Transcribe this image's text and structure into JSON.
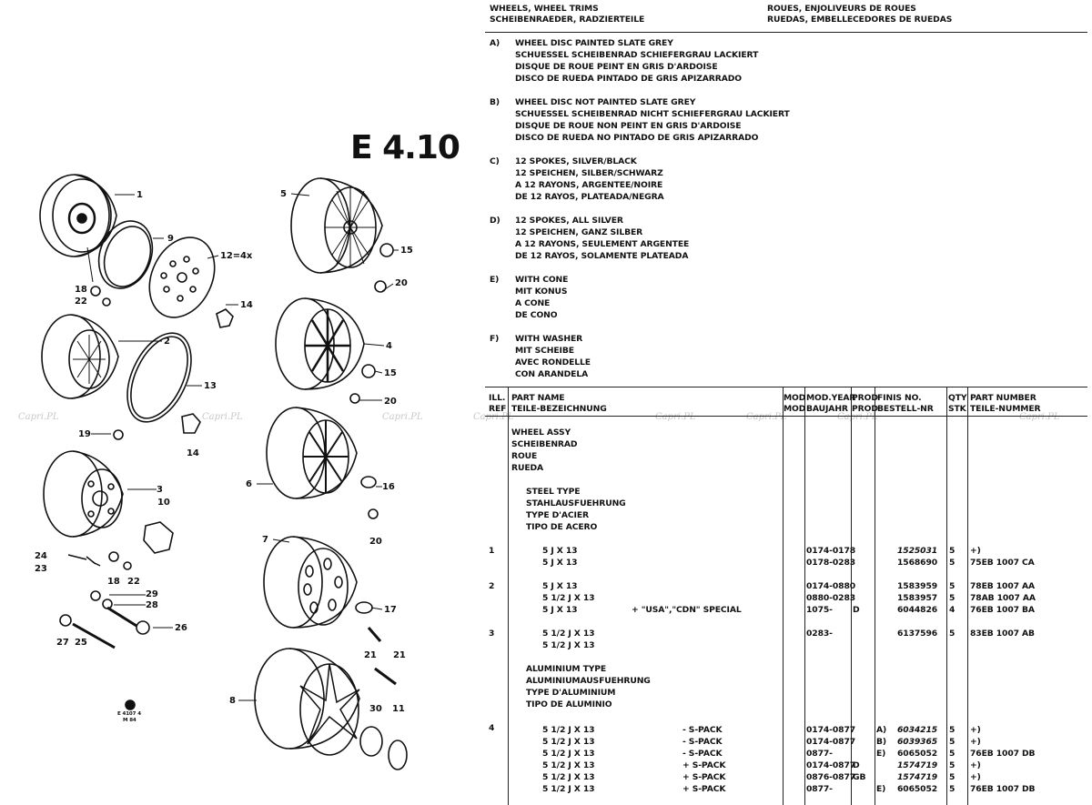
{
  "page_code": "E 4.10",
  "watermark": "Capri.PL",
  "header": {
    "left_line1": "WHEELS, WHEEL TRIMS",
    "left_line2": "SCHEIBENRAEDER, RADZIERTEILE",
    "right_line1": "ROUES, ENJOLIVEURS DE ROUES",
    "right_line2": "RUEDAS, EMBELLECEDORES DE RUEDAS"
  },
  "notes": [
    {
      "key": "A)",
      "lines": [
        "WHEEL DISC PAINTED SLATE GREY",
        "SCHUESSEL SCHEIBENRAD SCHIEFERGRAU LACKIERT",
        "DISQUE DE ROUE PEINT EN GRIS D'ARDOISE",
        "DISCO DE RUEDA PINTADO DE GRIS APIZARRADO"
      ]
    },
    {
      "key": "B)",
      "lines": [
        "WHEEL DISC NOT PAINTED SLATE GREY",
        "SCHUESSEL SCHEIBENRAD NICHT SCHIEFERGRAU LACKIERT",
        "DISQUE DE ROUE NON PEINT EN GRIS D'ARDOISE",
        "DISCO DE RUEDA NO PINTADO DE GRIS APIZARRADO"
      ]
    },
    {
      "key": "C)",
      "lines": [
        "12 SPOKES, SILVER/BLACK",
        "12 SPEICHEN, SILBER/SCHWARZ",
        "A 12 RAYONS, ARGENTEE/NOIRE",
        "DE 12 RAYOS, PLATEADA/NEGRA"
      ]
    },
    {
      "key": "D)",
      "lines": [
        "12 SPOKES, ALL SILVER",
        "12 SPEICHEN, GANZ SILBER",
        "A 12 RAYONS, SEULEMENT ARGENTEE",
        "DE 12 RAYOS, SOLAMENTE PLATEADA"
      ]
    },
    {
      "key": "E)",
      "lines": [
        "WITH CONE",
        "MIT KONUS",
        "A CONE",
        "DE CONO"
      ]
    },
    {
      "key": "F)",
      "lines": [
        "WITH WASHER",
        "MIT SCHEIBE",
        "AVEC RONDELLE",
        "CON ARANDELA"
      ]
    }
  ],
  "table": {
    "headers": {
      "ill_ref": [
        "ILL.",
        "REF"
      ],
      "part_name": [
        "PART NAME",
        "TEILE-BEZEICHNUNG"
      ],
      "mod": [
        "MOD",
        "MOD"
      ],
      "mod_year": [
        "MOD.YEAR",
        "BAUJAHR"
      ],
      "prod": [
        "PROD",
        "PROD"
      ],
      "finis_no": [
        "FINIS NO.",
        "BESTELL-NR"
      ],
      "qty": [
        "QTY",
        "STK"
      ],
      "part_number": [
        "PART NUMBER",
        "TEILE-NUMMER"
      ]
    },
    "group_title": [
      "WHEEL ASSY",
      "SCHEIBENRAD",
      "ROUE",
      "RUEDA"
    ],
    "steel_title": [
      "STEEL TYPE",
      "STAHLAUSFUEHRUNG",
      "TYPE D'ACIER",
      "TIPO DE ACERO"
    ],
    "alu_title": [
      "ALUMINIUM TYPE",
      "ALUMINIUMAUSFUEHRUNG",
      "TYPE D'ALUMINIUM",
      "TIPO DE ALUMINIO"
    ],
    "rows": [
      {
        "ref": "1",
        "name": "5 J X 13",
        "note": "",
        "mod": "",
        "year": "0174-0178",
        "prod": "",
        "finis": "1525031",
        "qty": "5",
        "pn": "+)"
      },
      {
        "ref": "",
        "name": "5 J X 13",
        "note": "",
        "mod": "",
        "year": "0178-0283",
        "prod": "",
        "finis": "1568690",
        "qty": "5",
        "pn": "75EB 1007 CA"
      },
      {
        "ref": "2",
        "name": "5 J X 13",
        "note": "",
        "mod": "",
        "year": "0174-0880",
        "prod": "",
        "finis": "1583959",
        "qty": "5",
        "pn": "78EB 1007 AA"
      },
      {
        "ref": "",
        "name": "5 1/2 J X 13",
        "note": "",
        "mod": "",
        "year": "0880-0283",
        "prod": "",
        "finis": "1583957",
        "qty": "5",
        "pn": "78AB 1007 AA"
      },
      {
        "ref": "",
        "name": "5 J X 13",
        "note": "+ \"USA\",\"CDN\" SPECIAL",
        "mod": "",
        "year": "1075-",
        "prod": "D",
        "finis": "6044826",
        "qty": "4",
        "pn": "76EB 1007 BA"
      },
      {
        "ref": "3",
        "name": "5 1/2 J X 13",
        "note": "",
        "mod": "",
        "year": "0283-",
        "prod": "",
        "finis": "6137596",
        "qty": "5",
        "pn": "83EB 1007 AB"
      },
      {
        "ref": "",
        "name": "5 1/2 J X 13",
        "note": "",
        "mod": "",
        "year": "",
        "prod": "",
        "finis": "",
        "qty": "",
        "pn": ""
      },
      {
        "ref": "4",
        "name": "5 1/2 J X 13",
        "note": "- S-PACK",
        "mod": "",
        "year": "0174-0877",
        "prod": "A)",
        "finis": "6034215",
        "qty": "5",
        "pn": "+)"
      },
      {
        "ref": "",
        "name": "5 1/2 J X 13",
        "note": "- S-PACK",
        "mod": "",
        "year": "0174-0877",
        "prod": "B)",
        "finis": "6039365",
        "qty": "5",
        "pn": "+)"
      },
      {
        "ref": "",
        "name": "5 1/2 J X 13",
        "note": "- S-PACK",
        "mod": "",
        "year": "0877-",
        "prod": "E)",
        "finis": "6065052",
        "qty": "5",
        "pn": "76EB 1007 DB"
      },
      {
        "ref": "",
        "name": "5 1/2 J X 13",
        "note": "+ S-PACK",
        "mod": "",
        "year": "0174-0877",
        "prod": "D",
        "finis": "1574719",
        "qty": "5",
        "pn": "+)"
      },
      {
        "ref": "",
        "name": "5 1/2 J X 13",
        "note": "+ S-PACK",
        "mod": "",
        "year": "0876-0877",
        "prod": "GB",
        "finis": "1574719",
        "qty": "5",
        "pn": "+)"
      },
      {
        "ref": "",
        "name": "5 1/2 J X 13",
        "note": "+ S-PACK",
        "mod": "",
        "year": "0877-",
        "prod": "E)",
        "finis": "6065052",
        "qty": "5",
        "pn": "76EB 1007 DB"
      }
    ]
  },
  "diagram": {
    "callouts": [
      "1",
      "9",
      "12=4x",
      "18",
      "22",
      "14",
      "2",
      "13",
      "19",
      "14",
      "3",
      "10",
      "24",
      "23",
      "18",
      "22",
      "29",
      "28",
      "26",
      "27",
      "25",
      "5",
      "15",
      "20",
      "4",
      "15",
      "20",
      "6",
      "16",
      "20",
      "7",
      "17",
      "21",
      "21",
      "8",
      "30",
      "11"
    ],
    "stamp": [
      "E 4107 4",
      "M 84"
    ]
  }
}
